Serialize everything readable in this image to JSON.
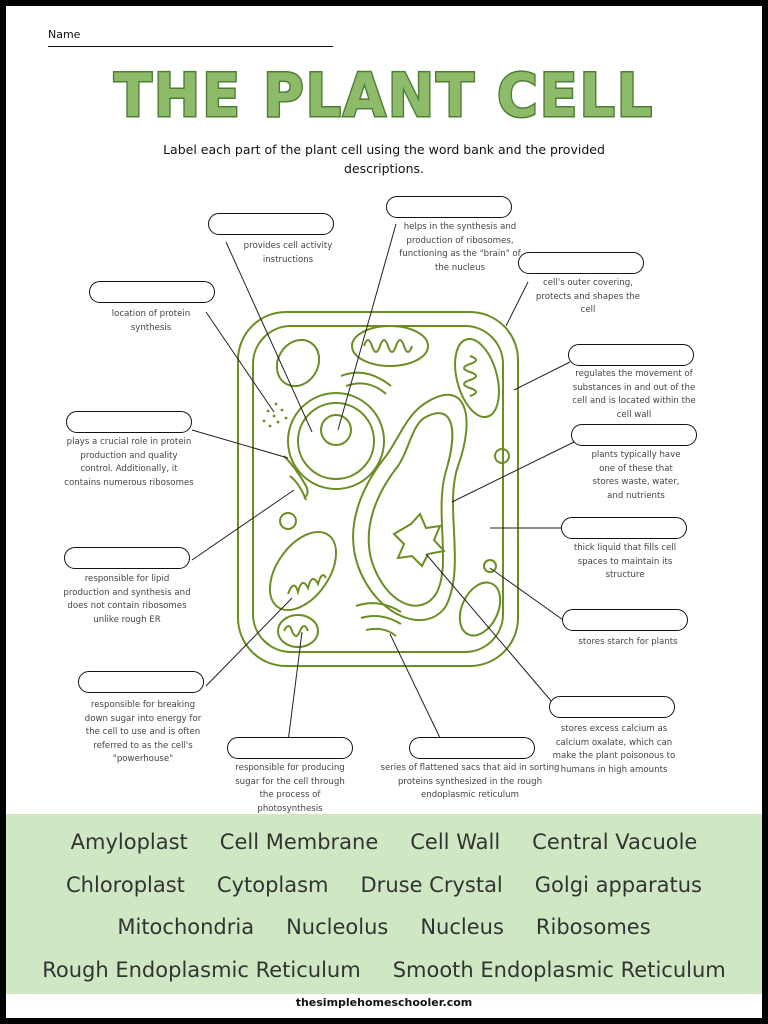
{
  "header": {
    "name_label": "Name"
  },
  "title": "THE PLANT CELL",
  "instructions": "Label each part of the plant cell using the word bank and the provided descriptions.",
  "descriptions": {
    "nucleus": "provides cell activity instructions",
    "nucleolus": "helps in the synthesis and production of ribosomes, functioning as the \"brain\" of the nucleus",
    "cell_wall": "cell's outer covering, protects and shapes the cell",
    "ribosomes": "location of protein synthesis",
    "cell_membrane": "regulates the movement of substances in and out of the cell and is located within the cell wall",
    "rough_er": "plays a crucial role in protein production and quality control. Additionally, it contains numerous ribosomes",
    "vacuole": "plants typically have one of these that stores waste, water, and nutrients",
    "cytoplasm": "thick liquid that fills cell spaces to maintain its structure",
    "smooth_er": "responsible for lipid production and synthesis and does not contain ribosomes unlike rough ER",
    "amyloplast": "stores starch for plants",
    "mitochondria": "responsible for breaking down sugar into energy for the cell to use and is often referred to as the cell's \"powerhouse\"",
    "druse": "stores excess calcium as calcium oxalate, which can make the plant poisonous to humans in high amounts",
    "chloroplast": "responsible for producing sugar for the cell through the process of photosynthesis",
    "golgi": "series of flattened sacs that aid in sorting proteins synthesized in the rough endoplasmic reticulum"
  },
  "word_bank": {
    "row1": [
      "Amyloplast",
      "Cell Membrane",
      "Cell Wall",
      "Central Vacuole"
    ],
    "row2": [
      "Chloroplast",
      "Cytoplasm",
      "Druse Crystal",
      "Golgi apparatus"
    ],
    "row3": [
      "Mitochondria",
      "Nucleolus",
      "Nucleus",
      "Ribosomes"
    ],
    "row4": [
      "Rough Endoplasmic Reticulum",
      "Smooth Endoplasmic Reticulum"
    ]
  },
  "footer": {
    "site": "thesimplehomeschooler.com"
  },
  "colors": {
    "title_fill": "#8dbb6a",
    "title_stroke": "#4e7d35",
    "cell_stroke": "#6b8e23",
    "bank_bg": "#cfe8c3"
  }
}
